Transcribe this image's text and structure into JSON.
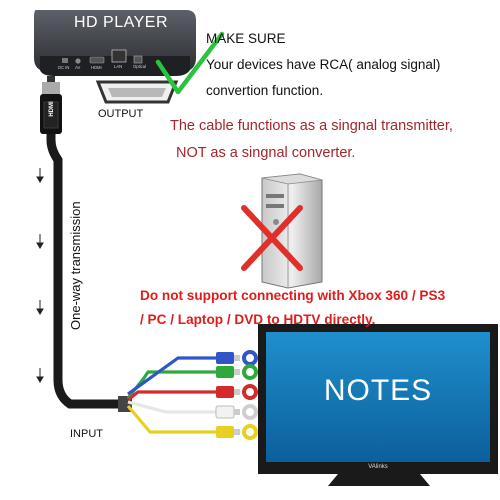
{
  "player": {
    "name": "HD PLAYER",
    "ports": [
      "DC IN",
      "AV",
      "HDMI",
      "LAN",
      "Optical"
    ]
  },
  "notes": {
    "title": "MAKE SURE",
    "line1": "Your devices have RCA( analog signal)",
    "line2": "convertion function.",
    "red1": "The cable functions as a singnal transmitter,",
    "red2": "NOT as a singnal converter.",
    "warn1": "Do not support connecting with Xbox 360 / PS3",
    "warn2": "/ PC / Laptop / DVD to HDTV directly."
  },
  "labels": {
    "output": "OUTPUT",
    "input": "INPUT",
    "transmission": "One-way transmission",
    "hdmi_plug": "HDMI",
    "tv_screen": "NOTES",
    "tv_brand": "VAlinks"
  },
  "icons": [
    "check-icon",
    "cross-icon",
    "computer-tower-icon",
    "arrow-down-icon"
  ],
  "colors": {
    "check": "#28c43c",
    "cross": "#e0302a",
    "red_text": "#a3252b",
    "warning_text": "#e01c1c",
    "rca_green": "#2eaa3c",
    "rca_blue": "#2f55c8",
    "rca_red": "#d42a2a",
    "rca_white": "#e6e6e6",
    "rca_yellow": "#e8d020"
  }
}
